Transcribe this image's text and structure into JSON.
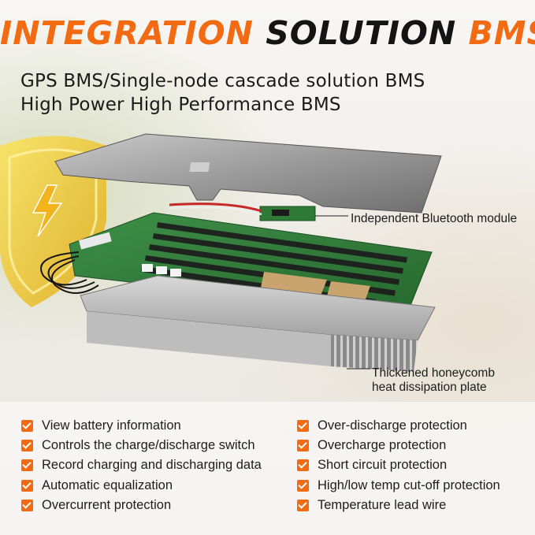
{
  "banner": {
    "title_part1": "INTEGRATION",
    "title_part2": "SOLUTION",
    "title_part3": "BMS",
    "subtitle_line1": "GPS BMS/Single-node cascade solution BMS",
    "subtitle_line2": "High Power High Performance BMS"
  },
  "callouts": {
    "bluetooth": "Independent Bluetooth module",
    "heatsink_line1": "Thickened honeycomb",
    "heatsink_line2": "heat dissipation plate"
  },
  "features": {
    "left": [
      "View battery information",
      "Controls the charge/discharge switch",
      "Record charging and discharging data",
      "Automatic equalization",
      "Overcurrent protection"
    ],
    "right": [
      "Over-discharge protection",
      "Overcharge protection",
      "Short circuit protection",
      "High/low temp cut-off protection",
      "Temperature lead wire"
    ]
  },
  "colors": {
    "accent": "#f26a12",
    "title_dark": "#141414",
    "pcb_green": "#2f7d3a",
    "shield_yellow": "#f3c623"
  },
  "icons": [
    "check-icon",
    "shield-icon",
    "lightning-icon"
  ]
}
